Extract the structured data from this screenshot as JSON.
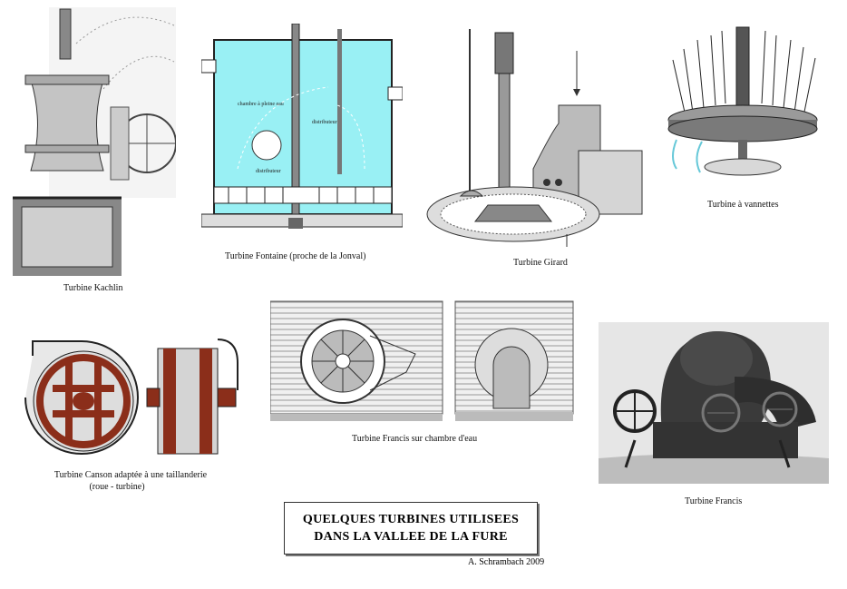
{
  "captions": {
    "kachlin": "Turbine Kachlin",
    "fontaine": "Turbine Fontaine (proche de la Jonval)",
    "girard": "Turbine Girard",
    "vannettes": "Turbine à vannettes",
    "canson_line1": "Turbine Canson adaptée à une taillanderie",
    "canson_line2": "(roue - turbine)",
    "francis_chambre": "Turbine Francis sur chambre d'eau",
    "francis": "Turbine Francis"
  },
  "fontaine_labels": {
    "label_a": "chambre à pleine eau",
    "label_b": "distributeur",
    "label_c": "distributeur"
  },
  "title": {
    "line1": "QUELQUES TURBINES UTILISEES",
    "line2": "DANS LA VALLEE DE LA FURE"
  },
  "author": "A. Schrambach 2009",
  "colors": {
    "cyan_water": "#99f0f4",
    "rust_wheel": "#8b2e1a",
    "machine_grey": "#c0c0c0",
    "dark_metal": "#3a3a3a"
  }
}
